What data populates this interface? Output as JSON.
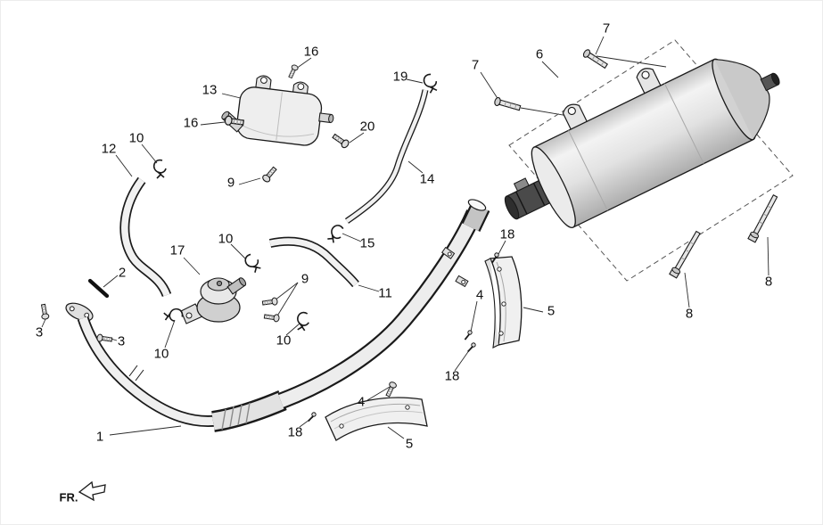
{
  "diagram": {
    "kind": "exploded-parts-diagram",
    "fr_label": "FR."
  },
  "colors": {
    "line": "#1a1a1a",
    "background": "#ffffff",
    "fill_light": "#eeeeee",
    "fill_mid": "#cfcfcf",
    "fill_dark": "#4a4a4a"
  },
  "callouts": [
    {
      "text": "16"
    },
    {
      "text": "7"
    },
    {
      "text": "7"
    },
    {
      "text": "6"
    },
    {
      "text": "19"
    },
    {
      "text": "13"
    },
    {
      "text": "16"
    },
    {
      "text": "20"
    },
    {
      "text": "10"
    },
    {
      "text": "12"
    },
    {
      "text": "9"
    },
    {
      "text": "14"
    },
    {
      "text": "15"
    },
    {
      "text": "17"
    },
    {
      "text": "10"
    },
    {
      "text": "2"
    },
    {
      "text": "11"
    },
    {
      "text": "9"
    },
    {
      "text": "18"
    },
    {
      "text": "4"
    },
    {
      "text": "5"
    },
    {
      "text": "10"
    },
    {
      "text": "10"
    },
    {
      "text": "3"
    },
    {
      "text": "3"
    },
    {
      "text": "18"
    },
    {
      "text": "18"
    },
    {
      "text": "4"
    },
    {
      "text": "5"
    },
    {
      "text": "1"
    },
    {
      "text": "8"
    },
    {
      "text": "8"
    }
  ]
}
